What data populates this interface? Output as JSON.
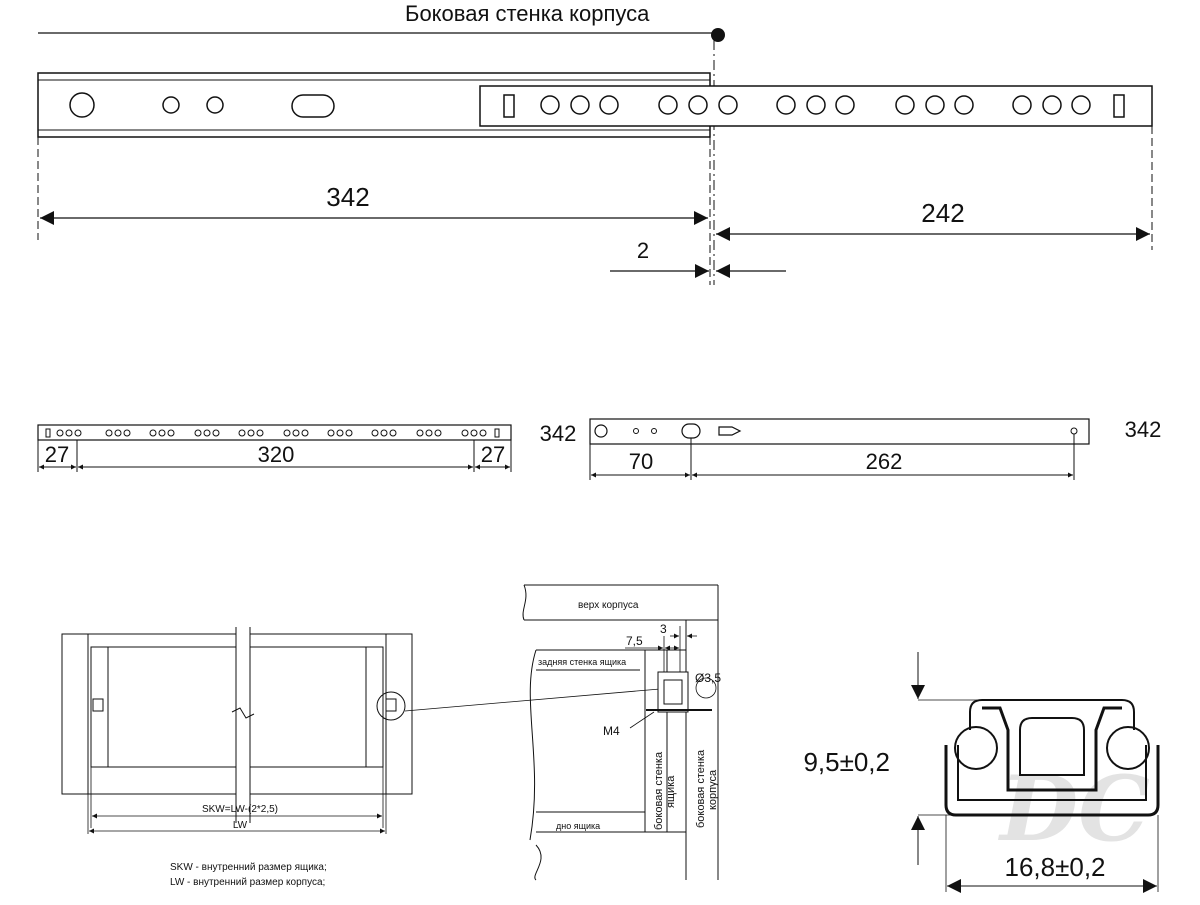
{
  "top_view": {
    "title": "Боковая стенка корпуса",
    "dim_rail": "342",
    "dim_extension": "242",
    "dim_gap": "2"
  },
  "drawer_rail": {
    "dim_left": "27",
    "dim_mid": "320",
    "dim_right": "27",
    "length": "342"
  },
  "cabinet_rail": {
    "dim_left": "70",
    "dim_mid": "262",
    "length_left": "342",
    "length_right": "342"
  },
  "front_view": {
    "formula": "SKW=LW-(2*2,5)",
    "lw_label": "LW",
    "legend_skw": "SKW - внутренний размер ящика;",
    "legend_lw": "LW - внутренний размер корпуса;"
  },
  "detail_view": {
    "top_label": "верх корпуса",
    "back_label": "задняя стенка ящика",
    "dim_75": "7,5",
    "dim_3": "3",
    "dim_hole": "Ø3,5",
    "screw_label": "M4",
    "drawer_side_label_1": "боковая стенка",
    "drawer_side_label_2": "ящика",
    "cabinet_side_label_1": "боковая стенка",
    "cabinet_side_label_2": "корпуса",
    "bottom_label": "дно ящика"
  },
  "profile": {
    "height": "9,5±0,2",
    "width": "16,8±0,2",
    "watermark": "DC"
  }
}
